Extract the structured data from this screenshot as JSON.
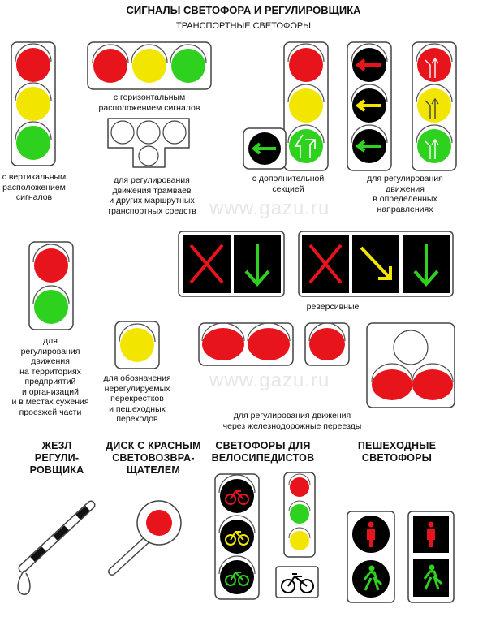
{
  "title": "СИГНАЛЫ СВЕТОФОРА И РЕГУЛИРОВЩИКА",
  "subtitle": "ТРАНСПОРТНЫЕ СВЕТОФОРЫ",
  "watermark": "www.gazu.ru",
  "colors": {
    "red": "#e8141c",
    "yellow": "#f2e600",
    "green": "#2fd11f",
    "housing": "#ffffff",
    "black": "#000000"
  },
  "labels": {
    "vertical": "с вертикальным\nрасположением\nсигналов",
    "horizontal": "с горизонтальным\nрасположением сигналов",
    "tram": "для регулирования\nдвижения трамваев\nи других маршрутных\nтранспортных средств",
    "additional": "с дополнительной\nсекцией",
    "directions": "для регулирования\nдвижения\nв определенных\nнаправлениях",
    "reversible": "реверсивные",
    "territories": "для\nрегулирования\nдвижения\nна территориях\nпредприятий\nи организаций\nи в местах сужения\nпроезжей части",
    "unregulated": "для обозначения\nнерегулируемых\nперекрестков\nи пешеходных\nпереходов",
    "railway": "для регулирования движения\nчерез железнодорожные переезды"
  },
  "headings": {
    "baton": "ЖЕЗЛ\nРЕГУЛИ-\nРОВЩИКА",
    "disk": "ДИСК С КРАСНЫМ\nСВЕТОВОЗВРА-\nЩАТЕЛЕМ",
    "bicycle": "СВЕТОФОРЫ ДЛЯ\nВЕЛОСИПЕДИСТОВ",
    "pedestrian": "ПЕШЕХОДНЫЕ\nСВЕТОФОРЫ"
  }
}
